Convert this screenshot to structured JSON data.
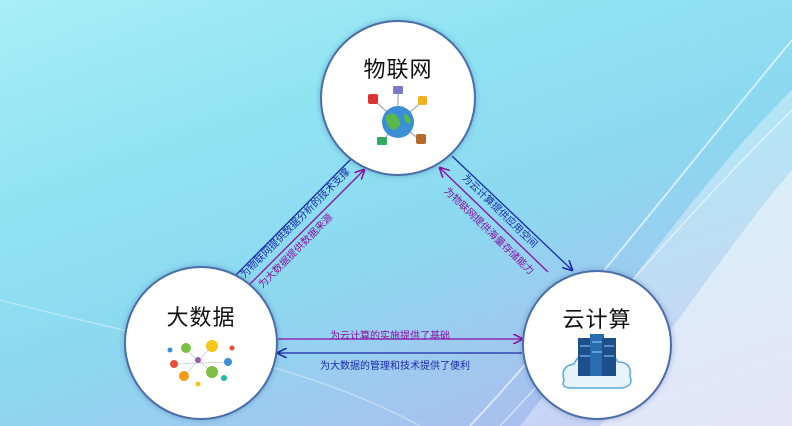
{
  "nodes": {
    "iot": {
      "title": "物联网"
    },
    "bigdata": {
      "title": "大数据"
    },
    "cloud": {
      "title": "云计算"
    }
  },
  "edges": {
    "iot_to_bigdata": "为物联网提供数据分析的技术支撑",
    "bigdata_to_iot": "为大数据提供数据来源",
    "iot_to_cloud": "为云计算提供应用空间",
    "cloud_to_iot": "为物联网提供海量存储能力",
    "bigdata_to_cloud": "为云计算的实施提供了基础",
    "cloud_to_bigdata": "为大数据的管理和技术提供了便利"
  },
  "colors": {
    "arrow_blue": "#1c2aa8",
    "arrow_purple": "#8a10a0",
    "node_border": "#4a6ea8"
  }
}
